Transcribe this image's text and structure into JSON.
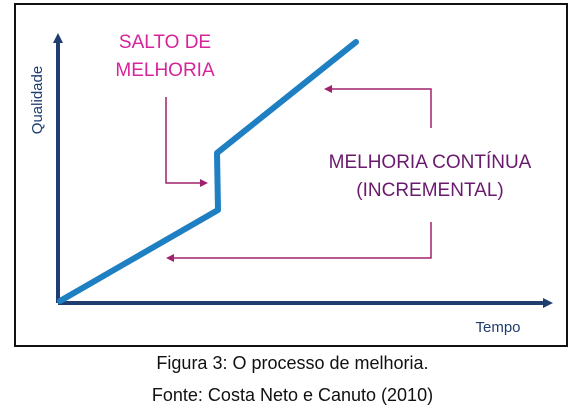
{
  "diagram": {
    "y_axis_label": "Qualidade",
    "x_axis_label": "Tempo",
    "jump_label_line1": "SALTO DE",
    "jump_label_line2": "MELHORIA",
    "continuous_label_line1": "MELHORIA CONTÍNUA",
    "continuous_label_line2": "(INCREMENTAL)",
    "colors": {
      "axis": "#1f3d6e",
      "line": "#1e7fc2",
      "jump_text": "#d6249a",
      "continuous_text": "#6a1a6e",
      "arrow": "#a0226e"
    }
  },
  "caption": {
    "figure": "Figura 3: O processo de melhoria.",
    "source": "Fonte: Costa Neto e Canuto (2010)"
  }
}
